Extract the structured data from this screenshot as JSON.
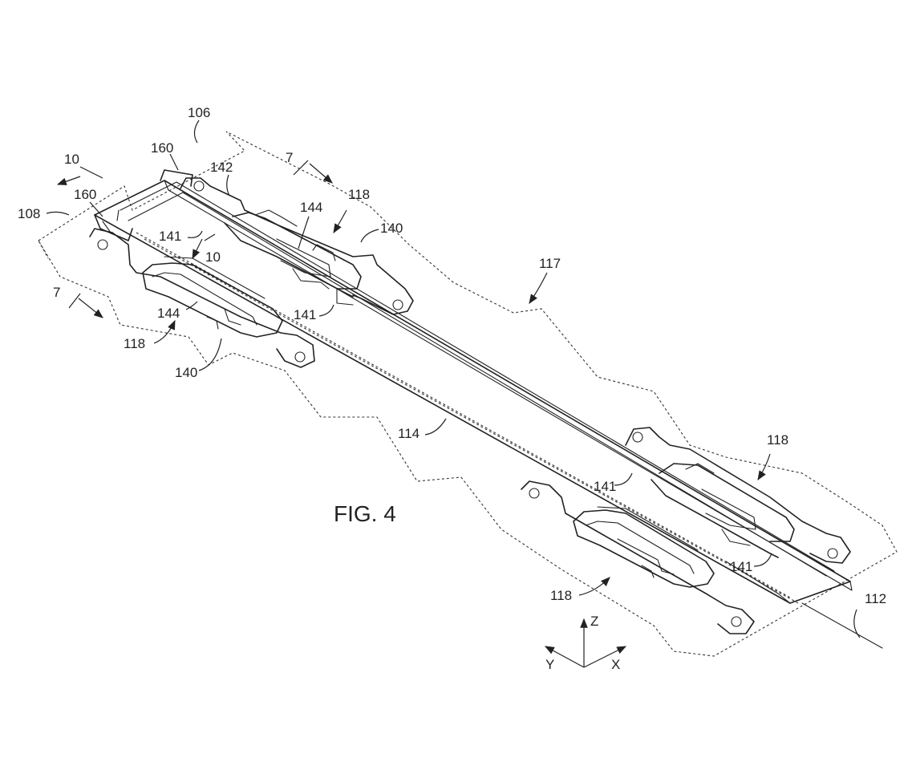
{
  "figure": {
    "caption": "FIG. 4",
    "labels": {
      "l106": "106",
      "l108": "108",
      "l10a": "10",
      "l10b": "10",
      "l160a": "160",
      "l160b": "160",
      "l142": "142",
      "l7a": "7",
      "l7b": "7",
      "l118a": "118",
      "l118b": "118",
      "l118c": "118",
      "l118d": "118",
      "l144a": "144",
      "l144b": "144",
      "l140a": "140",
      "l140b": "140",
      "l141a": "141",
      "l141b": "141",
      "l141c": "141",
      "l141d": "141",
      "l117": "117",
      "l114": "114",
      "l112": "112"
    },
    "axes": {
      "z": "Z",
      "y": "Y",
      "x": "X"
    }
  }
}
